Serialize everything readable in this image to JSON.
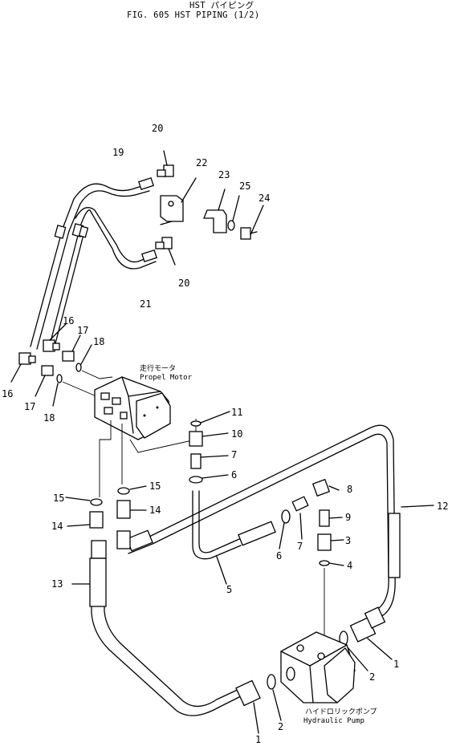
{
  "header": {
    "line1": "HST パイピング",
    "line2": "FIG. 605  HST PIPING (1/2)"
  },
  "components": {
    "propel_motor": {
      "jp": "走行モータ",
      "en": "Propel Motor"
    },
    "hydraulic_pump": {
      "jp": "ハイドロリックポンプ",
      "en": "Hydraulic Pump"
    }
  },
  "callouts": {
    "p1a": "1",
    "p1b": "1",
    "p2a": "2",
    "p2b": "2",
    "p3": "3",
    "p4": "4",
    "p5": "5",
    "p6a": "6",
    "p6b": "6",
    "p7a": "7",
    "p7b": "7",
    "p8": "8",
    "p9": "9",
    "p10": "10",
    "p11": "11",
    "p12": "12",
    "p13": "13",
    "p14a": "14",
    "p14b": "14",
    "p15a": "15",
    "p15b": "15",
    "p16a": "16",
    "p16b": "16",
    "p17a": "17",
    "p17b": "17",
    "p18a": "18",
    "p18b": "18",
    "p19": "19",
    "p20a": "20",
    "p20b": "20",
    "p21": "21",
    "p22": "22",
    "p23": "23",
    "p24": "24",
    "p25": "25"
  }
}
